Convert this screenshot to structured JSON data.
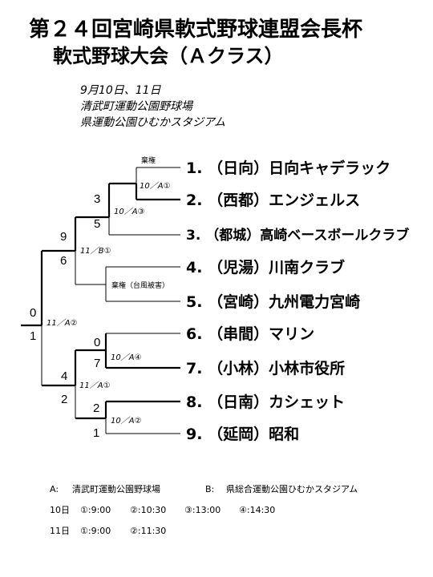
{
  "header": {
    "title": "第２４回宮崎県軟式野球連盟会長杯",
    "subtitle": "軟式野球大会（Ａクラス）"
  },
  "info": {
    "dates": "9月10日、11日",
    "venue_a": "清武町運動公園野球場",
    "venue_b": "県運動公園ひむかスタジアム"
  },
  "teams": [
    {
      "seed": "1.",
      "name": "（日向）日向キャデラック"
    },
    {
      "seed": "2.",
      "name": "（西都）エンジェルス"
    },
    {
      "seed": "3.",
      "name": "（都城）高崎ベースボールクラブ"
    },
    {
      "seed": "4.",
      "name": "（児湯）川南クラブ"
    },
    {
      "seed": "5.",
      "name": "（宮崎）九州電力宮崎"
    },
    {
      "seed": "6.",
      "name": "（串間）マリン"
    },
    {
      "seed": "7.",
      "name": "（小林）小林市役所"
    },
    {
      "seed": "8.",
      "name": "（日南）カシェット"
    },
    {
      "seed": "9.",
      "name": "（延岡）昭和"
    }
  ],
  "scores": {
    "m12_top": "3",
    "m12_bot": "5",
    "semi_top_top": "9",
    "semi_top_bot": "6",
    "final_top": "0",
    "final_bot": "1",
    "m67_top": "0",
    "m67_bot": "7",
    "semi_bot_top": "4",
    "semi_bot_bot": "2",
    "m89_top": "2",
    "m89_bot": "1"
  },
  "notes": {
    "walkover_1": "棄権",
    "m12": "10／A①",
    "m123": "10／A③",
    "walkover_45": "棄権（台風被害）",
    "semi_top": "11／B①",
    "final": "11／A②",
    "m67": "10／A④",
    "semi_bot": "11／A①",
    "m89": "10／A②"
  },
  "legend": {
    "venue_a_key": "A:",
    "venue_a_name": "清武町運動公園野球場",
    "venue_b_key": "B:",
    "venue_b_name": "県総合運動公園ひむかスタジアム",
    "day1_label": "10日",
    "day1_slot1": "①:9:00",
    "day1_slot2": "②:10:30",
    "day1_slot3": "③:13:00",
    "day1_slot4": "④:14:30",
    "day2_label": "11日",
    "day2_slot1": "①:9:00",
    "day2_slot2": "②:11:30"
  }
}
